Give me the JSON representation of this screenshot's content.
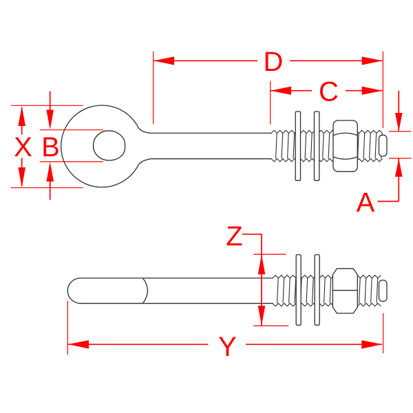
{
  "drawing": {
    "subject": "eye-bolt-with-two-washers-and-hex-nut",
    "style": "technical-dimension-diagram",
    "colors": {
      "dimension": "#fe0000",
      "outline": "#2e2e2e",
      "background": "#ffffff"
    },
    "dimension_labels": {
      "D": "D",
      "C": "C",
      "A": "A",
      "X": "X",
      "B": "B",
      "Z": "Z",
      "Y": "Y"
    }
  }
}
